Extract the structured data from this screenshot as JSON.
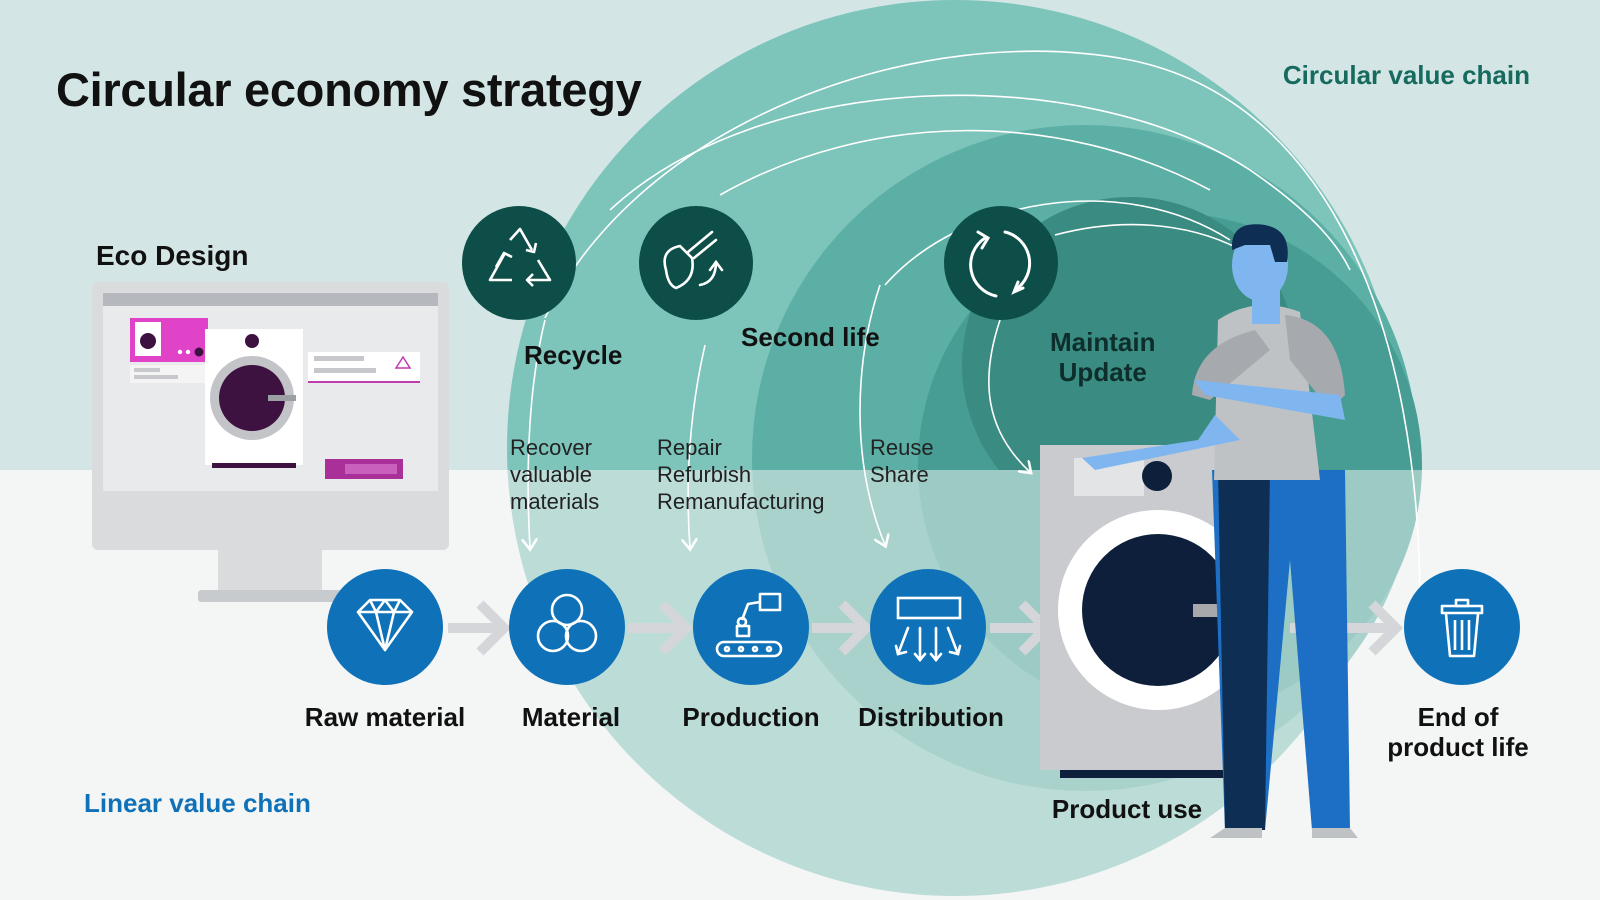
{
  "title": "Circular economy strategy",
  "circular_chain_label": "Circular value chain",
  "linear_chain_label": "Linear value chain",
  "eco_design_label": "Eco Design",
  "strategies": {
    "recycle": {
      "title": "Recycle",
      "desc": [
        "Recover",
        "valuable",
        "materials"
      ],
      "icon": "recycle-icon"
    },
    "second_life": {
      "title": "Second life",
      "desc": [
        "Repair",
        "Refurbish",
        "Remanufacturing"
      ],
      "icon": "wrench-icon"
    },
    "maintain": {
      "title": [
        "Maintain",
        "Update"
      ],
      "desc": [
        "Reuse",
        "Share"
      ],
      "icon": "refresh-icon"
    }
  },
  "linear_nodes": [
    {
      "label": "Raw material",
      "icon": "diamond-icon"
    },
    {
      "label": "Material",
      "icon": "circles-icon"
    },
    {
      "label": "Production",
      "icon": "robot-arm-icon"
    },
    {
      "label": "Distribution",
      "icon": "distribution-icon"
    }
  ],
  "product_use_label": "Product use",
  "end_of_life_label": [
    "End of",
    "product life"
  ],
  "colors": {
    "bg_top": "#d3e6e5",
    "bg_bottom": "#f4f5f5",
    "ring_outer": "#7dc4bb",
    "ring_2": "#5cafa5",
    "ring_3": "#479d94",
    "ring_inner": "#3a8b82",
    "strategy_circle": "#0d4f48",
    "linear_circle": "#0f72b8",
    "arrow_grey": "#d4d6d9"
  }
}
